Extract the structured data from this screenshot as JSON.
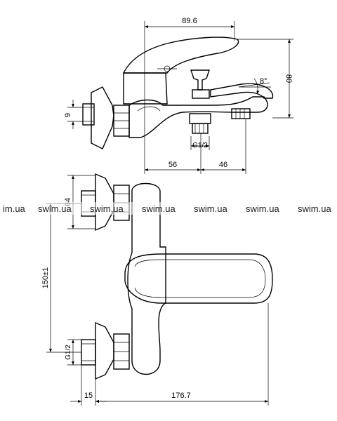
{
  "top_view": {
    "width_dim": "89.6",
    "height_dim": "80",
    "angle_dim": "8°",
    "pipe_dim": "9",
    "thread_label": "G1/2",
    "left_dim": "56",
    "right_dim": "46"
  },
  "front_view": {
    "top_dim": "64",
    "spacing_dim": "150±1",
    "thread_label": "G1/2",
    "wall_dim": "15",
    "length_dim": "176.7"
  },
  "watermark": {
    "texts": [
      "im.ua",
      "swim.ua",
      "swim.ua",
      "swim.ua",
      "swim.ua",
      "swim.ua",
      "swim.ua"
    ]
  }
}
